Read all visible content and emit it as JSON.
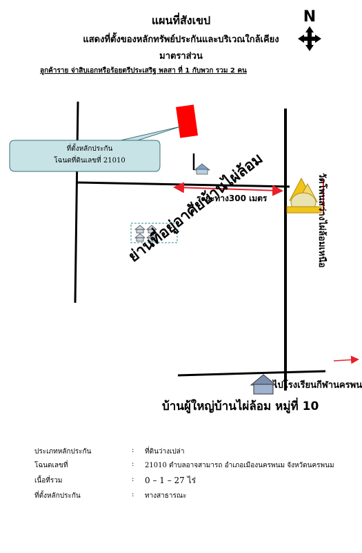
{
  "header": {
    "title": "แผนที่สังเขป",
    "subtitle": "แสดงที่ตั้งของหลักทรัพย์ประกันและบริเวณใกล้เคียง",
    "scale_note": "มาตราส่วน",
    "owner_line": "ลูกค้าราย  จ่าสิบเอกหรือร้อยตรีประเสริฐ พลสา  ที่ 1 กับพวก รวม 2 คน"
  },
  "compass": {
    "letter": "N"
  },
  "map": {
    "callout_line1": "ที่ตั้งหลักประกัน",
    "callout_line2": "โฉนดที่ดินเลขที่ 21010",
    "distance_label": "ระยะทาง300 เมตร",
    "area_label": "ย่านที่อยู่อาศัยบ้านไผ่ล้อม",
    "temple_label": "วัดโพนสว่างไผ่ล้อมเหนือ",
    "school_label": "ไปโรงเรียนกีฬานครพนม",
    "village_label": "บ้านผู้ใหญ่บ้านไผ่ล้อม  หมู่ที่ 10",
    "colors": {
      "roads": "#000000",
      "collateral": "#ff0000",
      "arrow": "#e8202a",
      "callout_fill": "#c7e3e6",
      "callout_border": "#3a6d78",
      "temple": "#f0c419"
    },
    "icons": [
      "house-icon",
      "house-cluster-icon",
      "temple-icon",
      "school-icon",
      "compass-arrows-icon"
    ]
  },
  "info": [
    {
      "label": "ประเภทหลักประกัน",
      "value": "ที่ดินว่างเปล่า"
    },
    {
      "label": "โฉนดเลขที่",
      "value": "21010  ตำบลอาจสามารถ  อำเภอเมืองนครพนม  จังหวัดนครพนม"
    },
    {
      "label": "เนื้อที่รวม",
      "value": "0  –  1  –  27  ไร่"
    },
    {
      "label": "ที่ตั้งหลักประกัน",
      "value": "ทางสาธารณะ"
    }
  ],
  "colon": ":"
}
